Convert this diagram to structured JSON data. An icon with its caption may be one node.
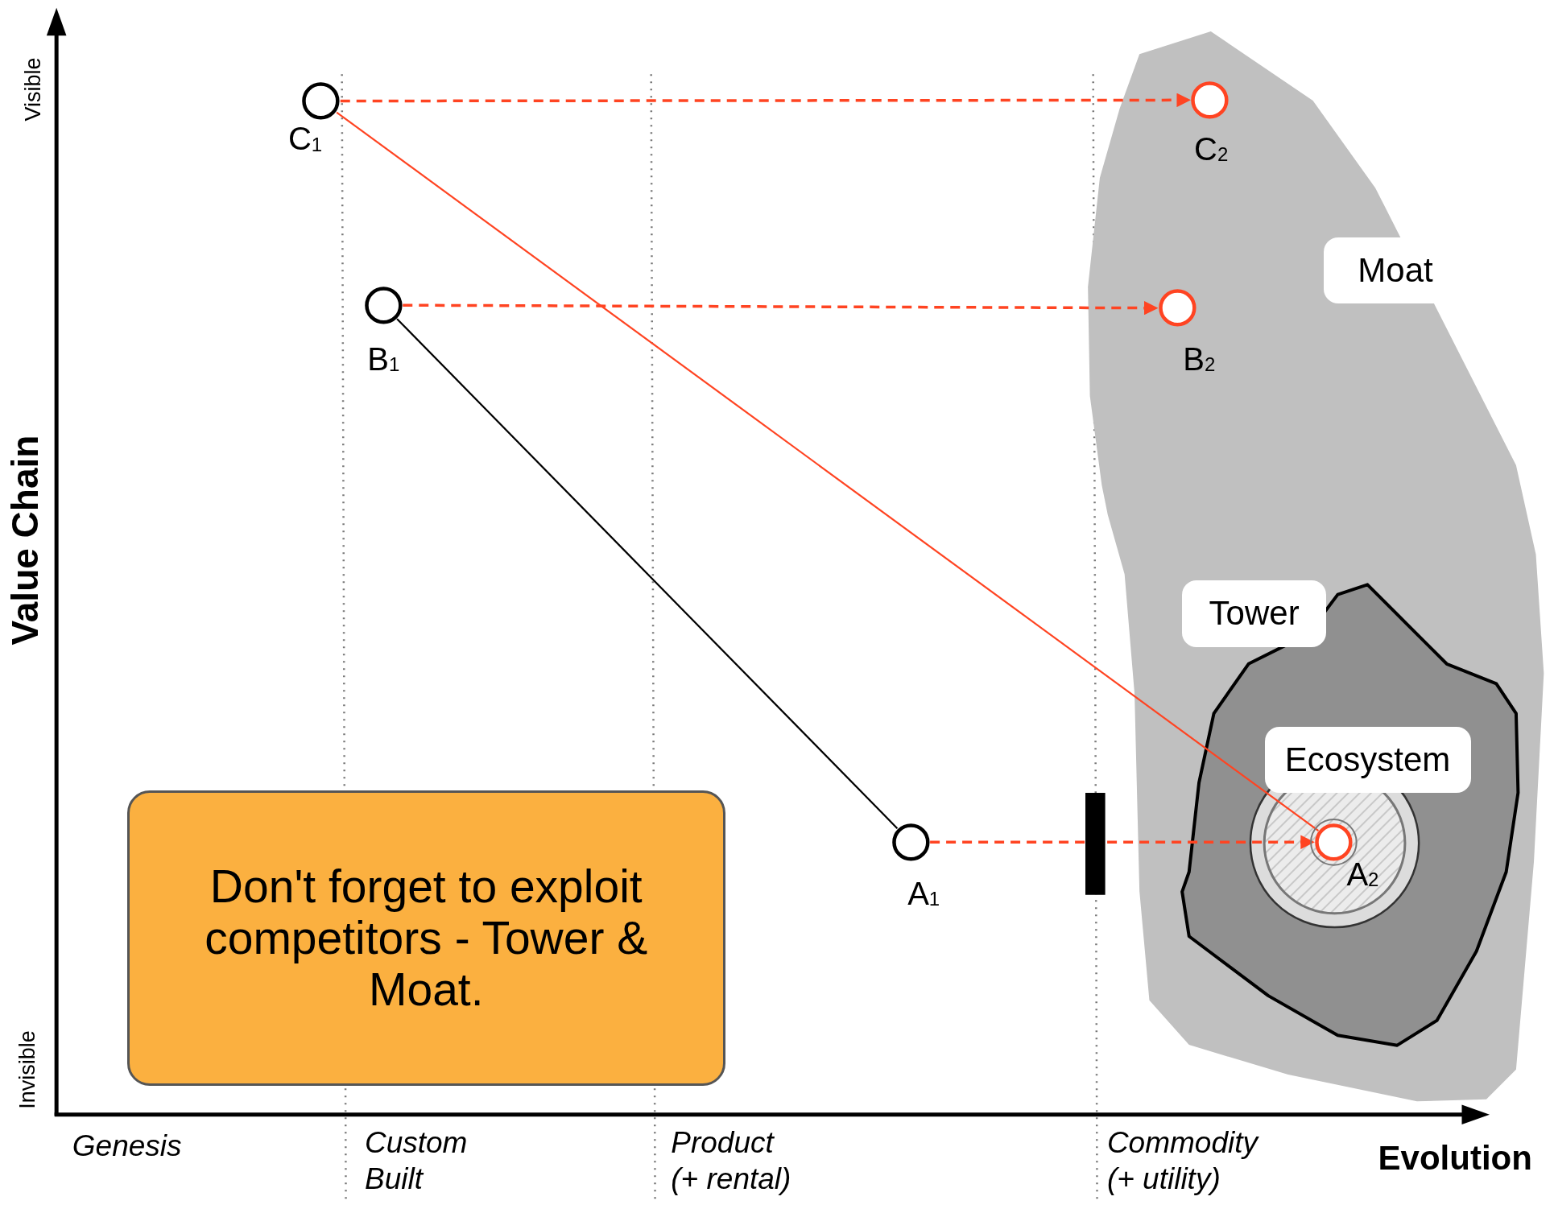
{
  "diagram": {
    "nodes": [
      {
        "text": [
          "Moat"
        ]
      },
      {
        "text": [
          "Tower"
        ],
        "in": 0
      },
      {
        "text": [
          "Ecosystem"
        ],
        "in": 1
      },
      {
        "text": [
          "Don't forget to exploit competitors - Tower & Moat."
        ]
      },
      {
        "text": [],
        "shape": "circle",
        "beside": [
          "C$_{1}$"
        ]
      },
      {
        "text": [],
        "shape": "circle",
        "beside": [
          "C$_{2}$"
        ],
        "in": 0
      },
      {
        "text": [],
        "shape": "circle",
        "beside": [
          "B$_{1}$"
        ]
      },
      {
        "text": [],
        "shape": "circle",
        "beside": [
          "B$_{2}$"
        ],
        "in": 0
      },
      {
        "text": [],
        "shape": "circle",
        "beside": [
          "A$_{1}$"
        ]
      },
      {
        "text": [],
        "shape": "circle",
        "beside": [
          "A$_{2}$"
        ],
        "in": 2
      },
      {
        "text": [],
        "shape": "bar"
      }
    ],
    "edges": [
      {
        "from": 4,
        "to": 5,
        "arrow": "to",
        "style": "dashed"
      },
      {
        "from": 6,
        "to": 7,
        "arrow": "to",
        "style": "dashed"
      },
      {
        "from": 8,
        "to": 9,
        "arrow": "to",
        "style": "dashed"
      },
      {
        "from": 4,
        "to": 9,
        "arrow": "none"
      },
      {
        "from": 6,
        "to": 8,
        "arrow": "none",
        "color": "#000000"
      }
    ],
    "labels": [
      "Visible",
      "Value Chain",
      "Invisible",
      "Genesis",
      "Custom Built",
      "Product (+ rental)",
      "Commodity (+ utility)",
      "Evolution"
    ]
  }
}
